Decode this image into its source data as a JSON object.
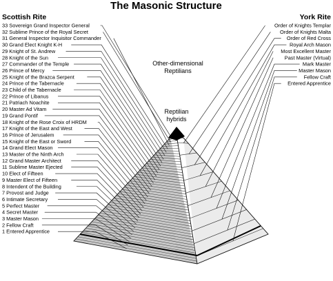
{
  "title": "The Masonic Structure",
  "scottish_rite": {
    "heading": "Scottish Rite",
    "degrees": [
      "33 Sovereign Grand Inspector General",
      "32 Sublime Prince of the Royal Secret",
      "31 General Inspector Inquisitor Commander",
      "30 Grand Elect Knight K-H",
      "29 Knight of St. Andrew",
      "28 Knight of the Sun",
      "27 Commander of the Temple",
      "26 Prince of Mercy",
      "25 Knight of the Brazca Serpent",
      "24 Prince of the Tabernacle",
      "23 Child of the Tabernacle",
      "22 Prince of Libanus",
      "21 Patriach Noachite",
      "20 Master Ad Vitam",
      "19 Grand Pontif",
      "18 Knight of the Rose Croix of HRDM",
      "17 Knight of the East and West",
      "16 Prince of Jerusalem",
      "15 Knight of the East or Sword",
      "14 Grand Elect Mason",
      "13 Master of the Ninth Arch",
      "12 Grand Master Architect",
      "11 Sublime Master Ejected",
      "10 Elect of Fifteen",
      "9 Master Elect of Fifteen",
      "8 Intendent of the Building",
      "7 Provost and Judge",
      "6 Intimate Secretary",
      "5 Perfect Master",
      "4 Secret Master",
      "3 Master Mason",
      "2 Fellow Craft",
      "1 Entered Apprentice"
    ]
  },
  "york_rite": {
    "heading": "York Rite",
    "degrees": [
      "Order of Knights Templar",
      "Order of Knights Malta",
      "Order of Red Cross",
      "Royal Arch Mason",
      "Most Excellent Master",
      "Past Master (Virtual)",
      "Mark Master",
      "Master Mason",
      "Fellow Craft",
      "Entered Apprentice"
    ]
  },
  "notes": {
    "other_dimensional_line1": "Other-dimensional",
    "other_dimensional_line2": "Reptilians",
    "reptilian_hybrids_line1": "Reptilian",
    "reptilian_hybrids_line2": "hybrids"
  },
  "colors": {
    "left_face_fill": "#c9c9c9",
    "right_face_fill": "#ebebeb",
    "apex_fill": "#000000",
    "line_color": "#111111"
  }
}
